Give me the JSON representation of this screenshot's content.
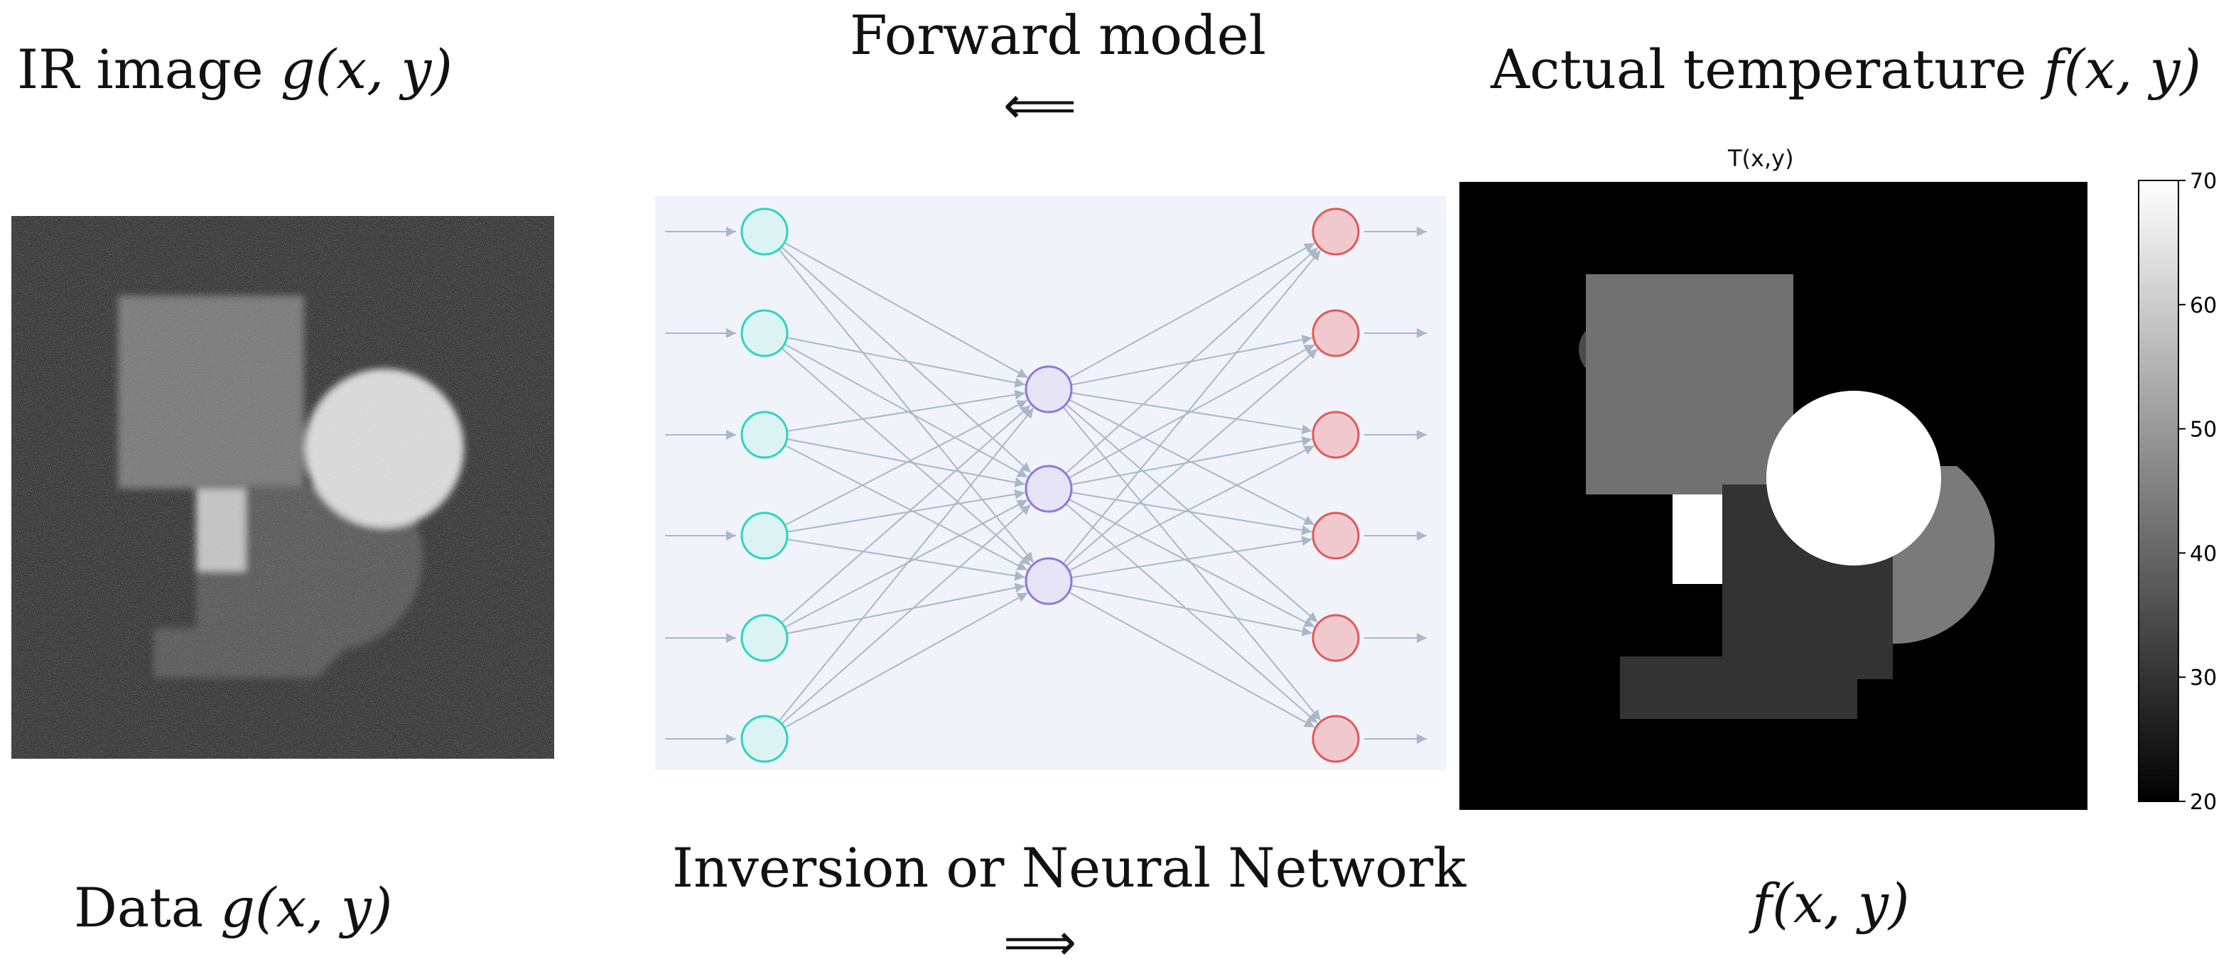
{
  "labels": {
    "ir_image": "IR image",
    "ir_image_math": "g(x, y)",
    "forward_model": "Forward model",
    "forward_arrow": "⟸",
    "actual_temperature": "Actual temperature",
    "actual_temperature_math": "f(x, y)",
    "data": "Data",
    "data_math": "g(x, y)",
    "inversion": "Inversion or Neural Network",
    "inversion_arrow": "⟹",
    "f_xy": "f(x, y)"
  },
  "network": {
    "layers": [
      6,
      3,
      6
    ],
    "colors": {
      "input_stroke": "#2fd3c3",
      "input_fill": "#dbf3f2",
      "hidden_stroke": "#8f78d8",
      "hidden_fill": "#e7e4f8",
      "output_stroke": "#e05a5a",
      "output_fill": "#efc9cd",
      "edge": "#a9b7c9",
      "background": "#f0f3f9"
    }
  },
  "temperature_plot": {
    "title": "T(x,y)",
    "colorbar_ticks": [
      "70",
      "60",
      "50",
      "40",
      "30",
      "20"
    ],
    "colorbar_range": [
      20,
      70
    ]
  }
}
